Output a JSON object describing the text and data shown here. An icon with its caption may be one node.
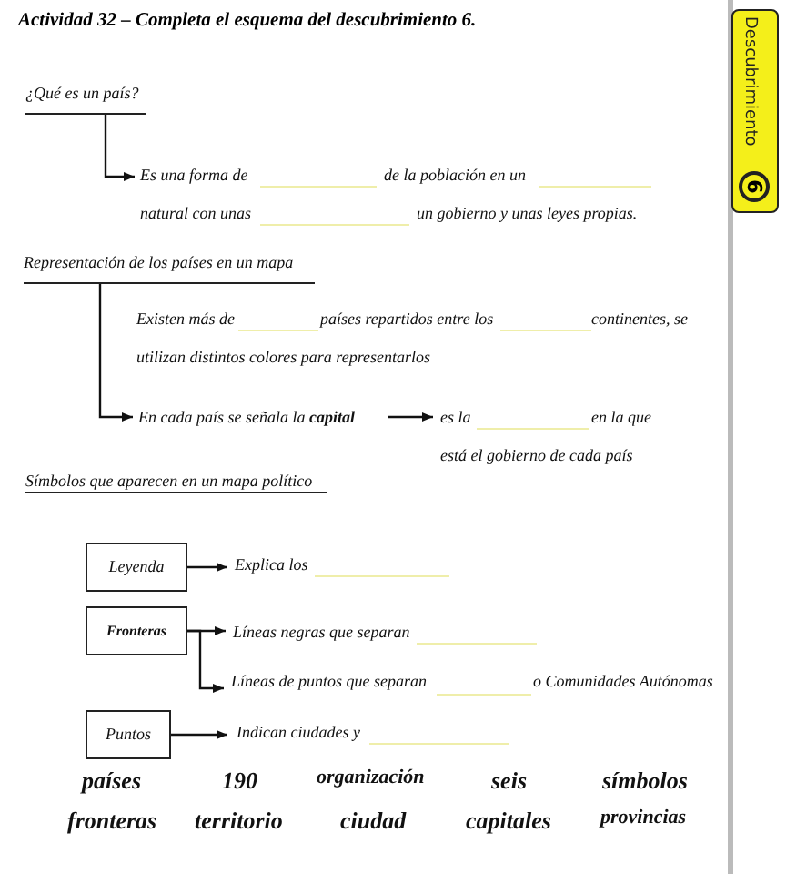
{
  "diagram": {
    "title": "Actividad 32 – Completa el esquema del descubrimiento 6.",
    "nodes": [
      {
        "text": [
          "¿Qué es un país?"
        ]
      },
      {
        "text": [
          "Es una forma de",
          "de la población en un",
          "natural con unas",
          "un gobierno y unas leyes propias."
        ]
      },
      {
        "text": [
          "Representación de los países en un mapa"
        ]
      },
      {
        "text": [
          "En cada país se señala la **capital**"
        ]
      },
      {
        "text": [
          "es la",
          "en la que",
          "está el gobierno de cada país"
        ]
      },
      {
        "text": [
          "Leyenda"
        ]
      },
      {
        "text": [
          "Explica los"
        ]
      },
      {
        "text": [
          "Fronteras"
        ]
      },
      {
        "text": [
          "Líneas negras que separan"
        ]
      },
      {
        "text": [
          "Líneas de puntos que separan",
          "o Comunidades Autónomas"
        ]
      },
      {
        "text": [
          "Puntos"
        ]
      },
      {
        "text": [
          "Indican ciudades y"
        ]
      }
    ],
    "edges": [
      {
        "from": 0,
        "to": 1,
        "arrow": "to"
      },
      {
        "from": 2,
        "to": 3,
        "arrow": "to"
      },
      {
        "from": 3,
        "to": 4,
        "arrow": "to"
      },
      {
        "from": 5,
        "to": 6,
        "arrow": "to"
      },
      {
        "from": 7,
        "to": 8,
        "arrow": "to"
      },
      {
        "from": 7,
        "to": 9,
        "arrow": "to"
      },
      {
        "from": 10,
        "to": 11,
        "arrow": "to"
      }
    ],
    "labels": [
      "Descubrimiento",
      "6",
      "Existen más de",
      "países repartidos entre los",
      "continentes, se",
      "utilizan distintos colores para representarlos",
      "Símbolos que aparecen en un mapa político",
      "países",
      "190",
      "organización",
      "seis",
      "símbolos",
      "fronteras",
      "territorio",
      "ciudad",
      "capitales",
      "provincias"
    ]
  }
}
